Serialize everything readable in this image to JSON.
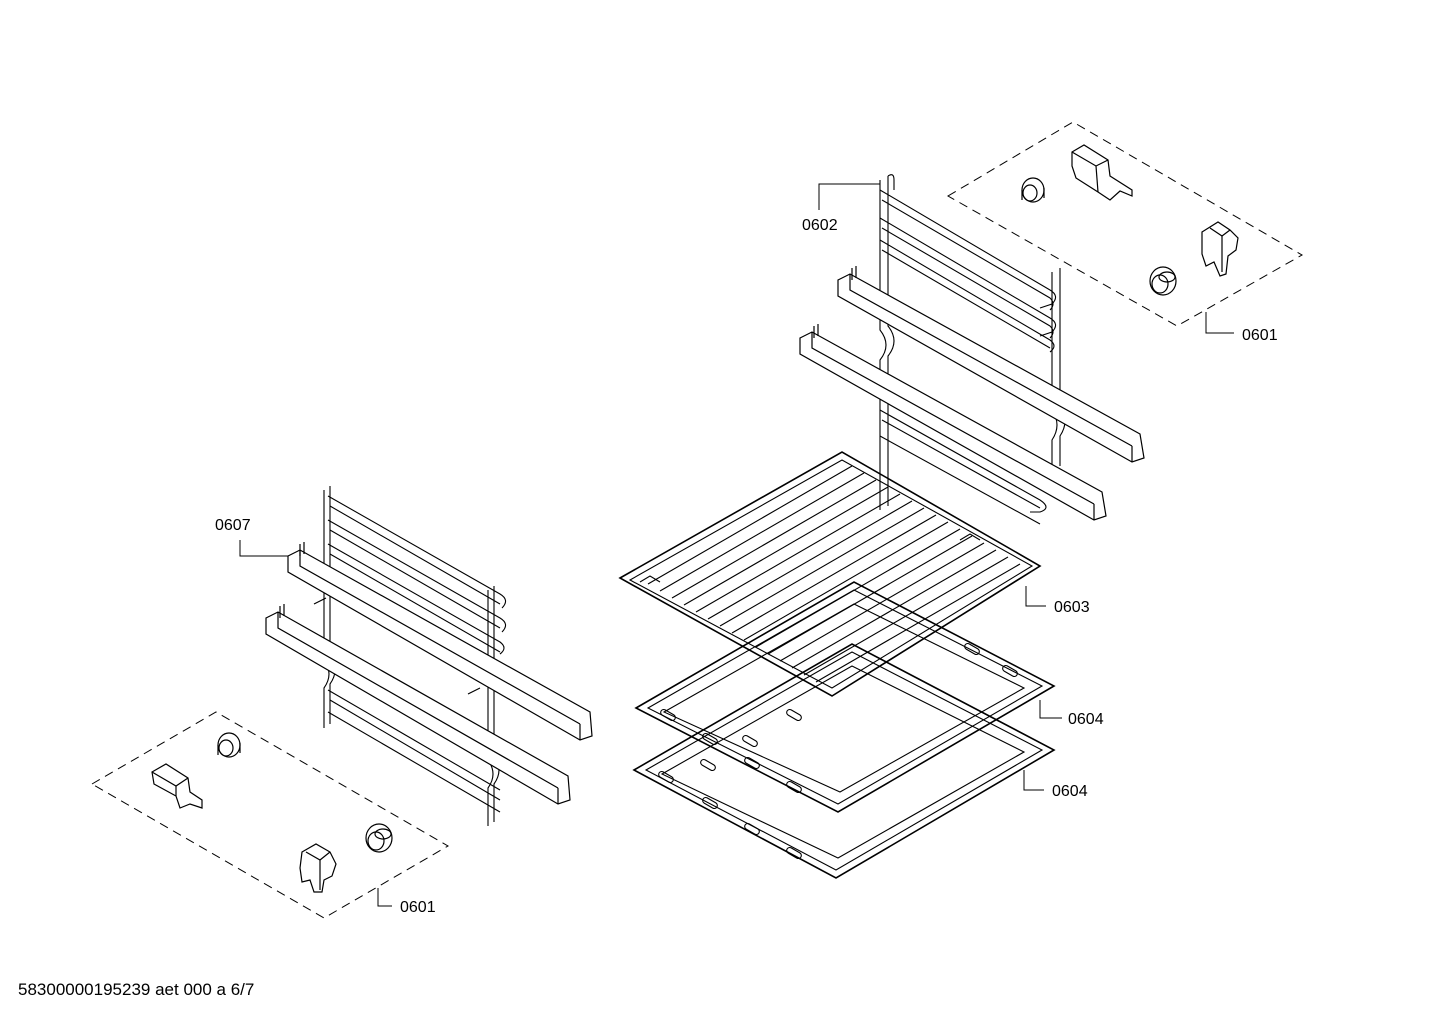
{
  "labels": {
    "rail_right": "0602",
    "clips_right": "0601",
    "rail_left": "0607",
    "clips_left": "0601",
    "grid_shelf": "0603",
    "baking_tray_upper": "0604",
    "baking_tray_lower": "0604"
  },
  "footer": {
    "document_id": "58300000195239 aet 000 a 6/7"
  },
  "colors": {
    "line": "#000000",
    "background": "#ffffff"
  }
}
